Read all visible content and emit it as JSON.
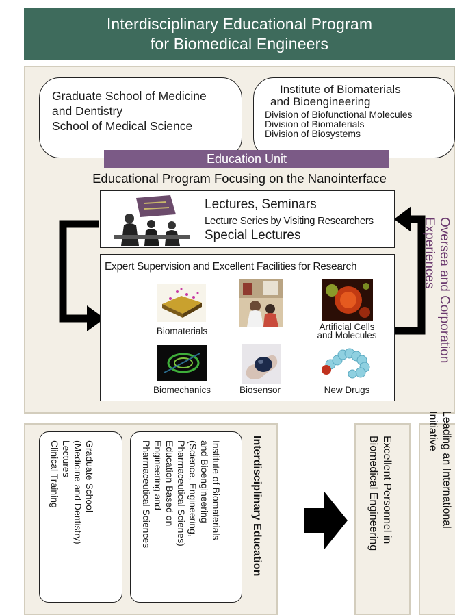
{
  "title": {
    "line1": "Interdisciplinary Educational Program",
    "line2": "for Biomedical Engineers"
  },
  "institutions": {
    "left": {
      "lines": [
        "Graduate School of Medicine",
        "and Dentistry",
        "School of Medical Science"
      ]
    },
    "right": {
      "heading1": "Institute of Biomaterials",
      "heading2": "and Bioengineering",
      "divisions": [
        "Division of Biofunctional Molecules",
        "Division of Biomaterials",
        "Division of Biosystems"
      ]
    }
  },
  "education_unit": "Education Unit",
  "program_title": "Educational Program Focusing on the Nanointerface",
  "lectures": {
    "line1": "Lectures, Seminars",
    "line2": "Lecture Series by Visiting Researchers",
    "line3": "Special Lectures"
  },
  "research": {
    "heading": "Expert Supervision and Excellent Facilities for Research",
    "items": [
      {
        "label": "Biomaterials"
      },
      {
        "label": ""
      },
      {
        "label_line1": "Artificial Cells",
        "label_line2": "and Molecules"
      },
      {
        "label": "Biomechanics"
      },
      {
        "label": "Biosensor"
      },
      {
        "label": "New Drugs"
      }
    ]
  },
  "oversea": {
    "line1": "Oversea and Corporation",
    "line2": "Experiences"
  },
  "interdisciplinary": {
    "heading": "Interdisciplinary Education",
    "institute_lines": [
      "Institute of Biomaterials",
      "and Bioengineering",
      "(Science, Engineering,",
      "Pharmaceutical Scienes)",
      "Education Based on",
      "Engineering and",
      "Pharmaceutical Sciences"
    ],
    "graduate_lines": [
      "Graduate School",
      "(Medicine and Dentistry)",
      "Lectures",
      "Clinical Training"
    ]
  },
  "excellent": {
    "line1": "Excellent Personnel in",
    "line2": "Biomedical Engineering"
  },
  "leading": {
    "line1": "Leading an International",
    "line2": "Initiative"
  },
  "colors": {
    "title_bg": "#3e6b5c",
    "unit_bg": "#7b5a86",
    "panel_bg": "#f3efe6",
    "accent_text": "#6b3a6e"
  }
}
